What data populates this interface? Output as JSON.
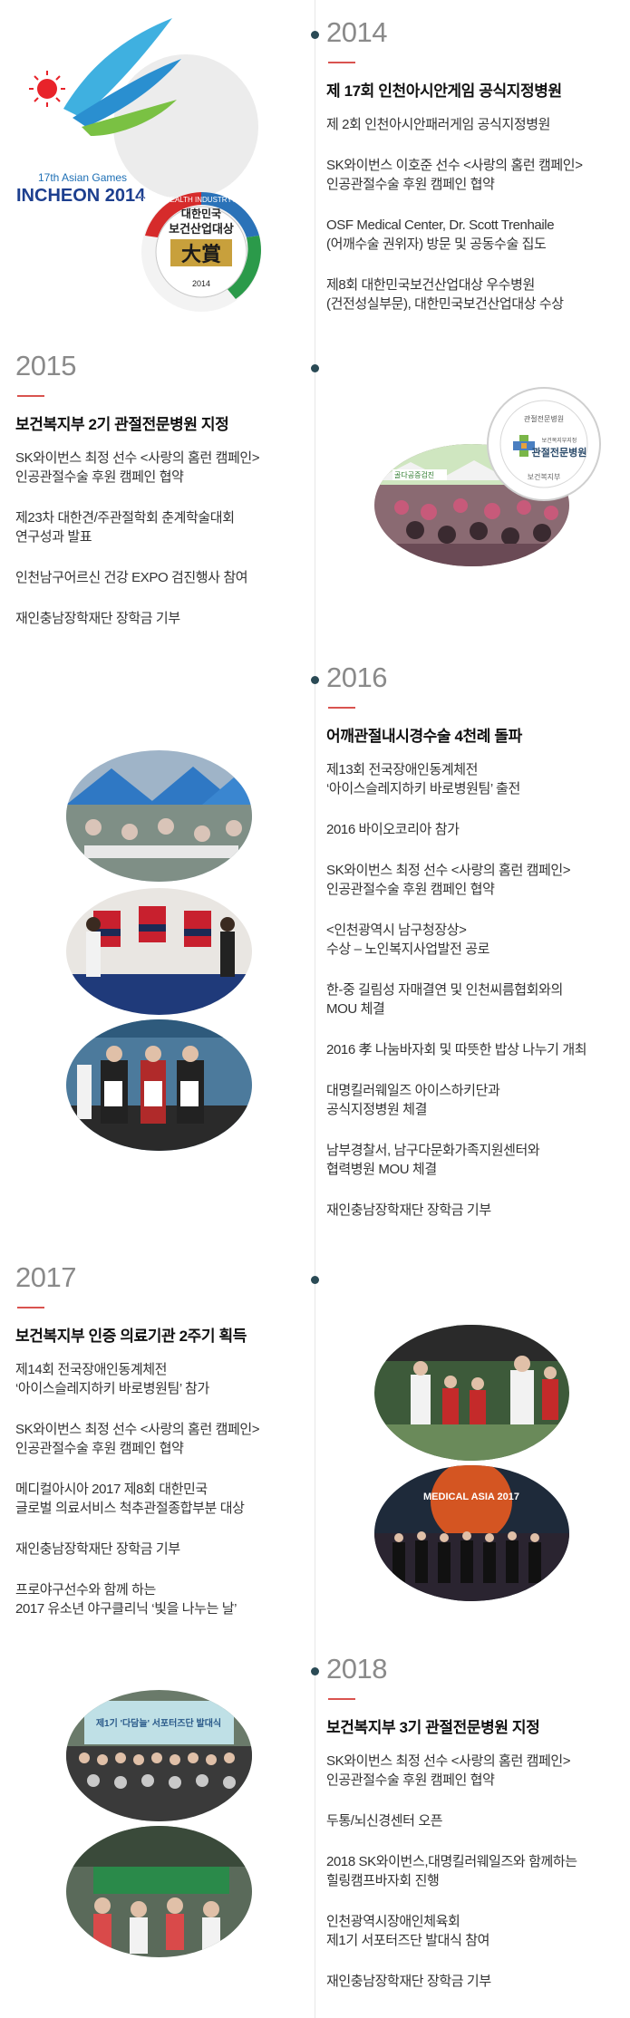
{
  "colors": {
    "accent": "#d9534f",
    "dot": "#2a4a55",
    "year": "#8a8a8a"
  },
  "logos": {
    "asian_games": {
      "line1": "17th Asian Games",
      "line2": "INCHEON 2014"
    },
    "award": {
      "line1": "대한민국",
      "line2": "보건산업대상",
      "line3": "大賞",
      "ring": "KOREA HEALTH INDUSTRY AWARDS",
      "year": "2014"
    },
    "specialty_seal": {
      "title": "관절전문병원",
      "sub": "보건복지부지정",
      "ring": "보건복지부"
    }
  },
  "timeline": [
    {
      "year": "2014",
      "headline": "제 17회 인천아시안게임 공식지정병원",
      "items": [
        "제 2회 인천아시안패러게임 공식지정병원",
        "SK와이번스 이호준 선수 <사랑의 홈런 캠페인>\n인공관절수술 후원 캠페인 협약",
        "OSF Medical Center, Dr. Scott Trenhaile\n(어깨수술 권위자) 방문 및 공동수술 집도",
        "제8회 대한민국보건산업대상 우수병원\n(건전성실부문), 대한민국보건산업대상 수상"
      ]
    },
    {
      "year": "2015",
      "headline": "보건복지부 2기 관절전문병원 지정",
      "items": [
        "SK와이번스 최정 선수 <사랑의 홈런 캠페인>\n인공관절수술 후원 캠페인 협약",
        "제23차 대한견/주관절학회 춘계학술대회\n연구성과 발표",
        "인천남구어르신 건강 EXPO 검진행사 참여",
        "재인충남장학재단 장학금 기부"
      ]
    },
    {
      "year": "2016",
      "headline": "어깨관절내시경수술 4천례 돌파",
      "items": [
        "제13회 전국장애인동계체전\n‘아이스슬레지하키 바로병원팀’ 출전",
        "2016 바이오코리아 참가",
        "SK와이번스 최정 선수 <사랑의 홈런 캠페인>\n인공관절수술 후원 캠페인 협약",
        "<인천광역시 남구청장상>\n수상 – 노인복지사업발전 공로",
        "한-중 길림성 자매결연 및 인천씨름협회와의\nMOU 체결",
        "2016 孝 나눔바자회 및 따뜻한 밥상 나누기 개최",
        "대명킬러웨일즈 아이스하키단과\n공식지정병원 체결",
        "남부경찰서, 남구다문화가족지원센터와\n협력병원 MOU 체결",
        "재인충남장학재단 장학금 기부"
      ]
    },
    {
      "year": "2017",
      "headline": "보건복지부 인증 의료기관 2주기 획득",
      "items": [
        "제14회 전국장애인동계체전\n‘아이스슬레지하키 바로병원팀’  참가",
        "SK와이번스 최정 선수 <사랑의 홈런 캠페인>\n인공관절수술 후원 캠페인 협약",
        "메디컬아시아 2017 제8회 대한민국\n글로벌 의료서비스  척추관절종합부분 대상",
        "재인충남장학재단 장학금 기부",
        "프로야구선수와 함께 하는\n2017 유소년 야구클리닉 ‘빛을 나누는 날’"
      ]
    },
    {
      "year": "2018",
      "headline": "보건복지부 3기 관절전문병원 지정",
      "items": [
        "SK와이번스 최정 선수 <사랑의 홈런 캠페인>\n인공관절수술 후원 캠페인 협약",
        "두통/뇌신경센터 오픈",
        "2018 SK와이번스,대명킬러웨일즈와 함께하는\n힐링캠프바자회 진행",
        "인천광역시장애인체육회\n제1기 서포터즈단 발대식 참여",
        "재인충남장학재단 장학금 기부"
      ]
    }
  ],
  "photo_signs": {
    "expo_banner": "골다공증검진",
    "medical_asia": "MEDICAL ASIA 2017",
    "supporters": "제1기 '다담늘' 서포터즈단 발대식"
  }
}
